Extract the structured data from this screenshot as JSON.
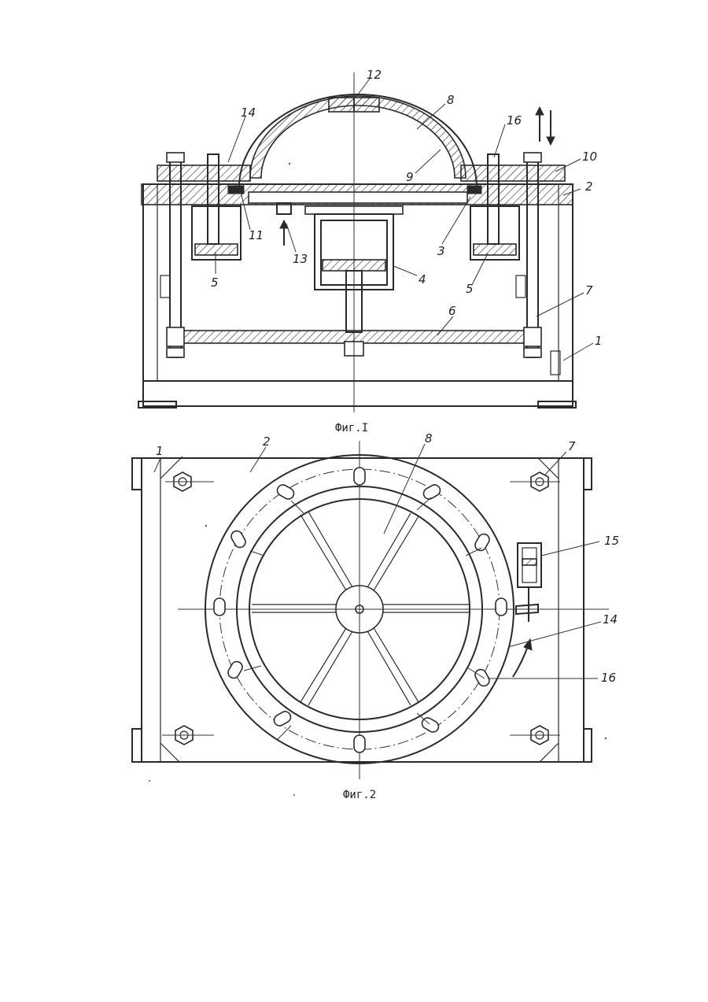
{
  "figures": [
    {
      "caption": "Фиг.I",
      "callouts": {
        "n1": "1",
        "n2": "2",
        "n3": "3",
        "n4": "4",
        "n5a": "5",
        "n5b": "5",
        "n6": "6",
        "n7": "7",
        "n8": "8",
        "n9": "9",
        "n10": "10",
        "n11": "11",
        "n12": "12",
        "n13": "13",
        "n14": "14",
        "n16": "16"
      }
    },
    {
      "caption": "Фиг.2",
      "callouts": {
        "n1": "1",
        "n2": "2",
        "n7": "7",
        "n8": "8",
        "n14": "14",
        "n15": "15",
        "n16": "16"
      }
    }
  ]
}
